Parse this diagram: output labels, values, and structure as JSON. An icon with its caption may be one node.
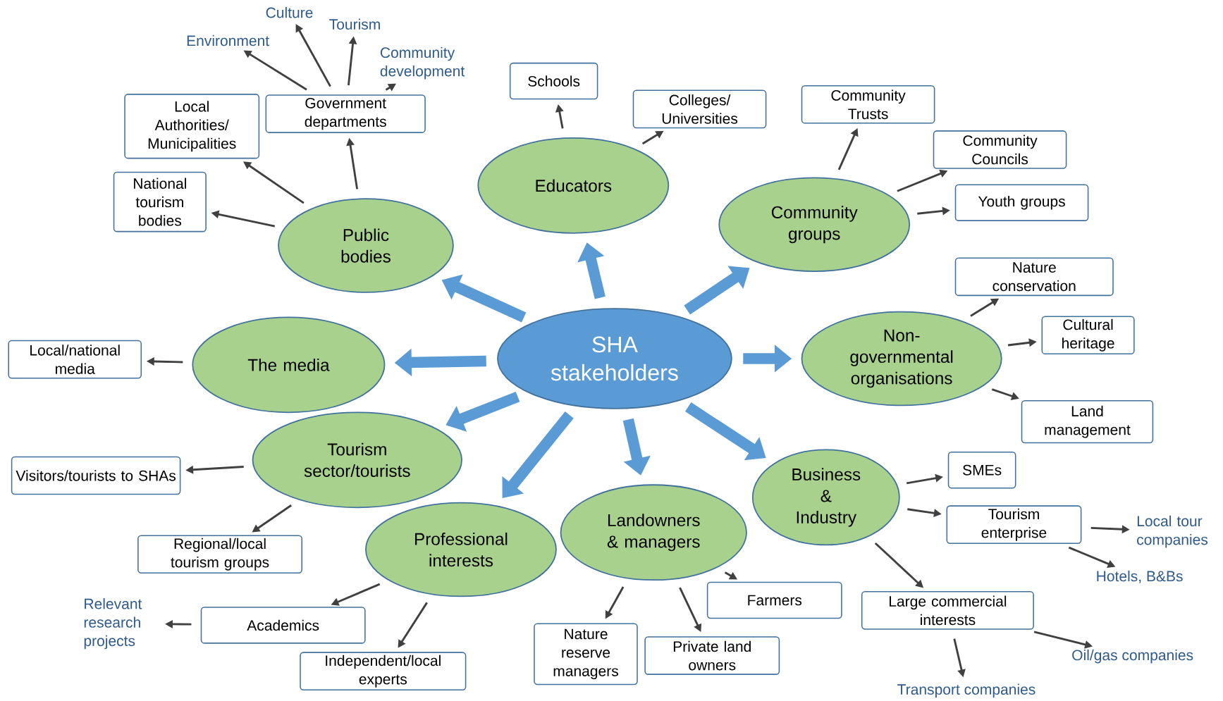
{
  "diagram": {
    "nodes": [
      {
        "text": [
          "SHA stakeholders"
        ]
      },
      {
        "text": [
          "Public bodies"
        ]
      },
      {
        "text": [
          "Educators"
        ]
      },
      {
        "text": [
          "Community groups"
        ]
      },
      {
        "text": [
          "The media"
        ]
      },
      {
        "text": [
          "Non-governmental organisations"
        ]
      },
      {
        "text": [
          "Tourism sector/tourists"
        ]
      },
      {
        "text": [
          "Business & Industry"
        ]
      },
      {
        "text": [
          "Professional interests"
        ]
      },
      {
        "text": [
          "Landowners & managers"
        ]
      },
      {
        "text": [
          "Local Authorities/ Municipalities"
        ]
      },
      {
        "text": [
          "Government departments"
        ]
      },
      {
        "text": [
          "National tourism bodies"
        ]
      },
      {
        "text": [
          "Schools"
        ]
      },
      {
        "text": [
          "Colleges/ Universities"
        ]
      },
      {
        "text": [
          "Community Trusts"
        ]
      },
      {
        "text": [
          "Community Councils"
        ]
      },
      {
        "text": [
          "Youth groups"
        ]
      },
      {
        "text": [
          "Nature conservation"
        ]
      },
      {
        "text": [
          "Cultural heritage"
        ]
      },
      {
        "text": [
          "Land management"
        ]
      },
      {
        "text": [
          "Local/national media"
        ]
      },
      {
        "text": [
          "Visitors/tourists to SHAs"
        ]
      },
      {
        "text": [
          "Regional/local tourism groups"
        ]
      },
      {
        "text": [
          "Academics"
        ]
      },
      {
        "text": [
          "Independent/local experts"
        ]
      },
      {
        "text": [
          "Nature reserve managers"
        ]
      },
      {
        "text": [
          "Private land owners"
        ]
      },
      {
        "text": [
          "Farmers"
        ]
      },
      {
        "text": [
          "SMEs"
        ]
      },
      {
        "text": [
          "Tourism enterprise"
        ]
      },
      {
        "text": [
          "Large commercial interests"
        ]
      },
      {
        "text": [
          "Environment"
        ]
      },
      {
        "text": [
          "Culture"
        ]
      },
      {
        "text": [
          "Tourism"
        ]
      },
      {
        "text": [
          "Community development"
        ]
      },
      {
        "text": [
          "Relevant research projects"
        ]
      },
      {
        "text": [
          "Local tour companies"
        ]
      },
      {
        "text": [
          "Hotels, B&Bs"
        ]
      },
      {
        "text": [
          "Oil/gas companies"
        ]
      },
      {
        "text": [
          "Transport companies"
        ]
      }
    ],
    "edges": [
      {
        "from": 0,
        "to": 1,
        "arrow": "to",
        "style": "thick",
        "color": "#5b9bd5"
      },
      {
        "from": 0,
        "to": 2,
        "arrow": "to",
        "style": "thick",
        "color": "#5b9bd5"
      },
      {
        "from": 0,
        "to": 3,
        "arrow": "to",
        "style": "thick",
        "color": "#5b9bd5"
      },
      {
        "from": 0,
        "to": 4,
        "arrow": "to",
        "style": "thick",
        "color": "#5b9bd5"
      },
      {
        "from": 0,
        "to": 5,
        "arrow": "to",
        "style": "thick",
        "color": "#5b9bd5"
      },
      {
        "from": 0,
        "to": 6,
        "arrow": "to",
        "style": "thick",
        "color": "#5b9bd5"
      },
      {
        "from": 0,
        "to": 7,
        "arrow": "to",
        "style": "thick",
        "color": "#5b9bd5"
      },
      {
        "from": 0,
        "to": 8,
        "arrow": "to",
        "style": "thick",
        "color": "#5b9bd5"
      },
      {
        "from": 0,
        "to": 9,
        "arrow": "to",
        "style": "thick",
        "color": "#5b9bd5"
      },
      {
        "from": 1,
        "to": 10,
        "arrow": "to"
      },
      {
        "from": 1,
        "to": 11,
        "arrow": "to"
      },
      {
        "from": 1,
        "to": 12,
        "arrow": "to"
      },
      {
        "from": 11,
        "to": 32,
        "arrow": "to"
      },
      {
        "from": 11,
        "to": 33,
        "arrow": "to"
      },
      {
        "from": 11,
        "to": 34,
        "arrow": "to"
      },
      {
        "from": 11,
        "to": 35,
        "arrow": "to"
      },
      {
        "from": 2,
        "to": 13,
        "arrow": "to"
      },
      {
        "from": 2,
        "to": 14,
        "arrow": "to"
      },
      {
        "from": 3,
        "to": 15,
        "arrow": "to"
      },
      {
        "from": 3,
        "to": 16,
        "arrow": "to"
      },
      {
        "from": 3,
        "to": 17,
        "arrow": "to"
      },
      {
        "from": 5,
        "to": 18,
        "arrow": "to"
      },
      {
        "from": 5,
        "to": 19,
        "arrow": "to"
      },
      {
        "from": 5,
        "to": 20,
        "arrow": "to"
      },
      {
        "from": 4,
        "to": 21,
        "arrow": "to"
      },
      {
        "from": 6,
        "to": 22,
        "arrow": "to"
      },
      {
        "from": 6,
        "to": 23,
        "arrow": "to"
      },
      {
        "from": 8,
        "to": 24,
        "arrow": "to"
      },
      {
        "from": 8,
        "to": 25,
        "arrow": "to"
      },
      {
        "from": 24,
        "to": 36,
        "arrow": "to"
      },
      {
        "from": 9,
        "to": 26,
        "arrow": "to"
      },
      {
        "from": 9,
        "to": 27,
        "arrow": "to"
      },
      {
        "from": 9,
        "to": 28,
        "arrow": "to"
      },
      {
        "from": 7,
        "to": 29,
        "arrow": "to"
      },
      {
        "from": 7,
        "to": 30,
        "arrow": "to"
      },
      {
        "from": 7,
        "to": 31,
        "arrow": "to"
      },
      {
        "from": 30,
        "to": 37,
        "arrow": "to"
      },
      {
        "from": 30,
        "to": 38,
        "arrow": "to"
      },
      {
        "from": 31,
        "to": 39,
        "arrow": "to"
      },
      {
        "from": 31,
        "to": 40,
        "arrow": "to"
      }
    ]
  }
}
